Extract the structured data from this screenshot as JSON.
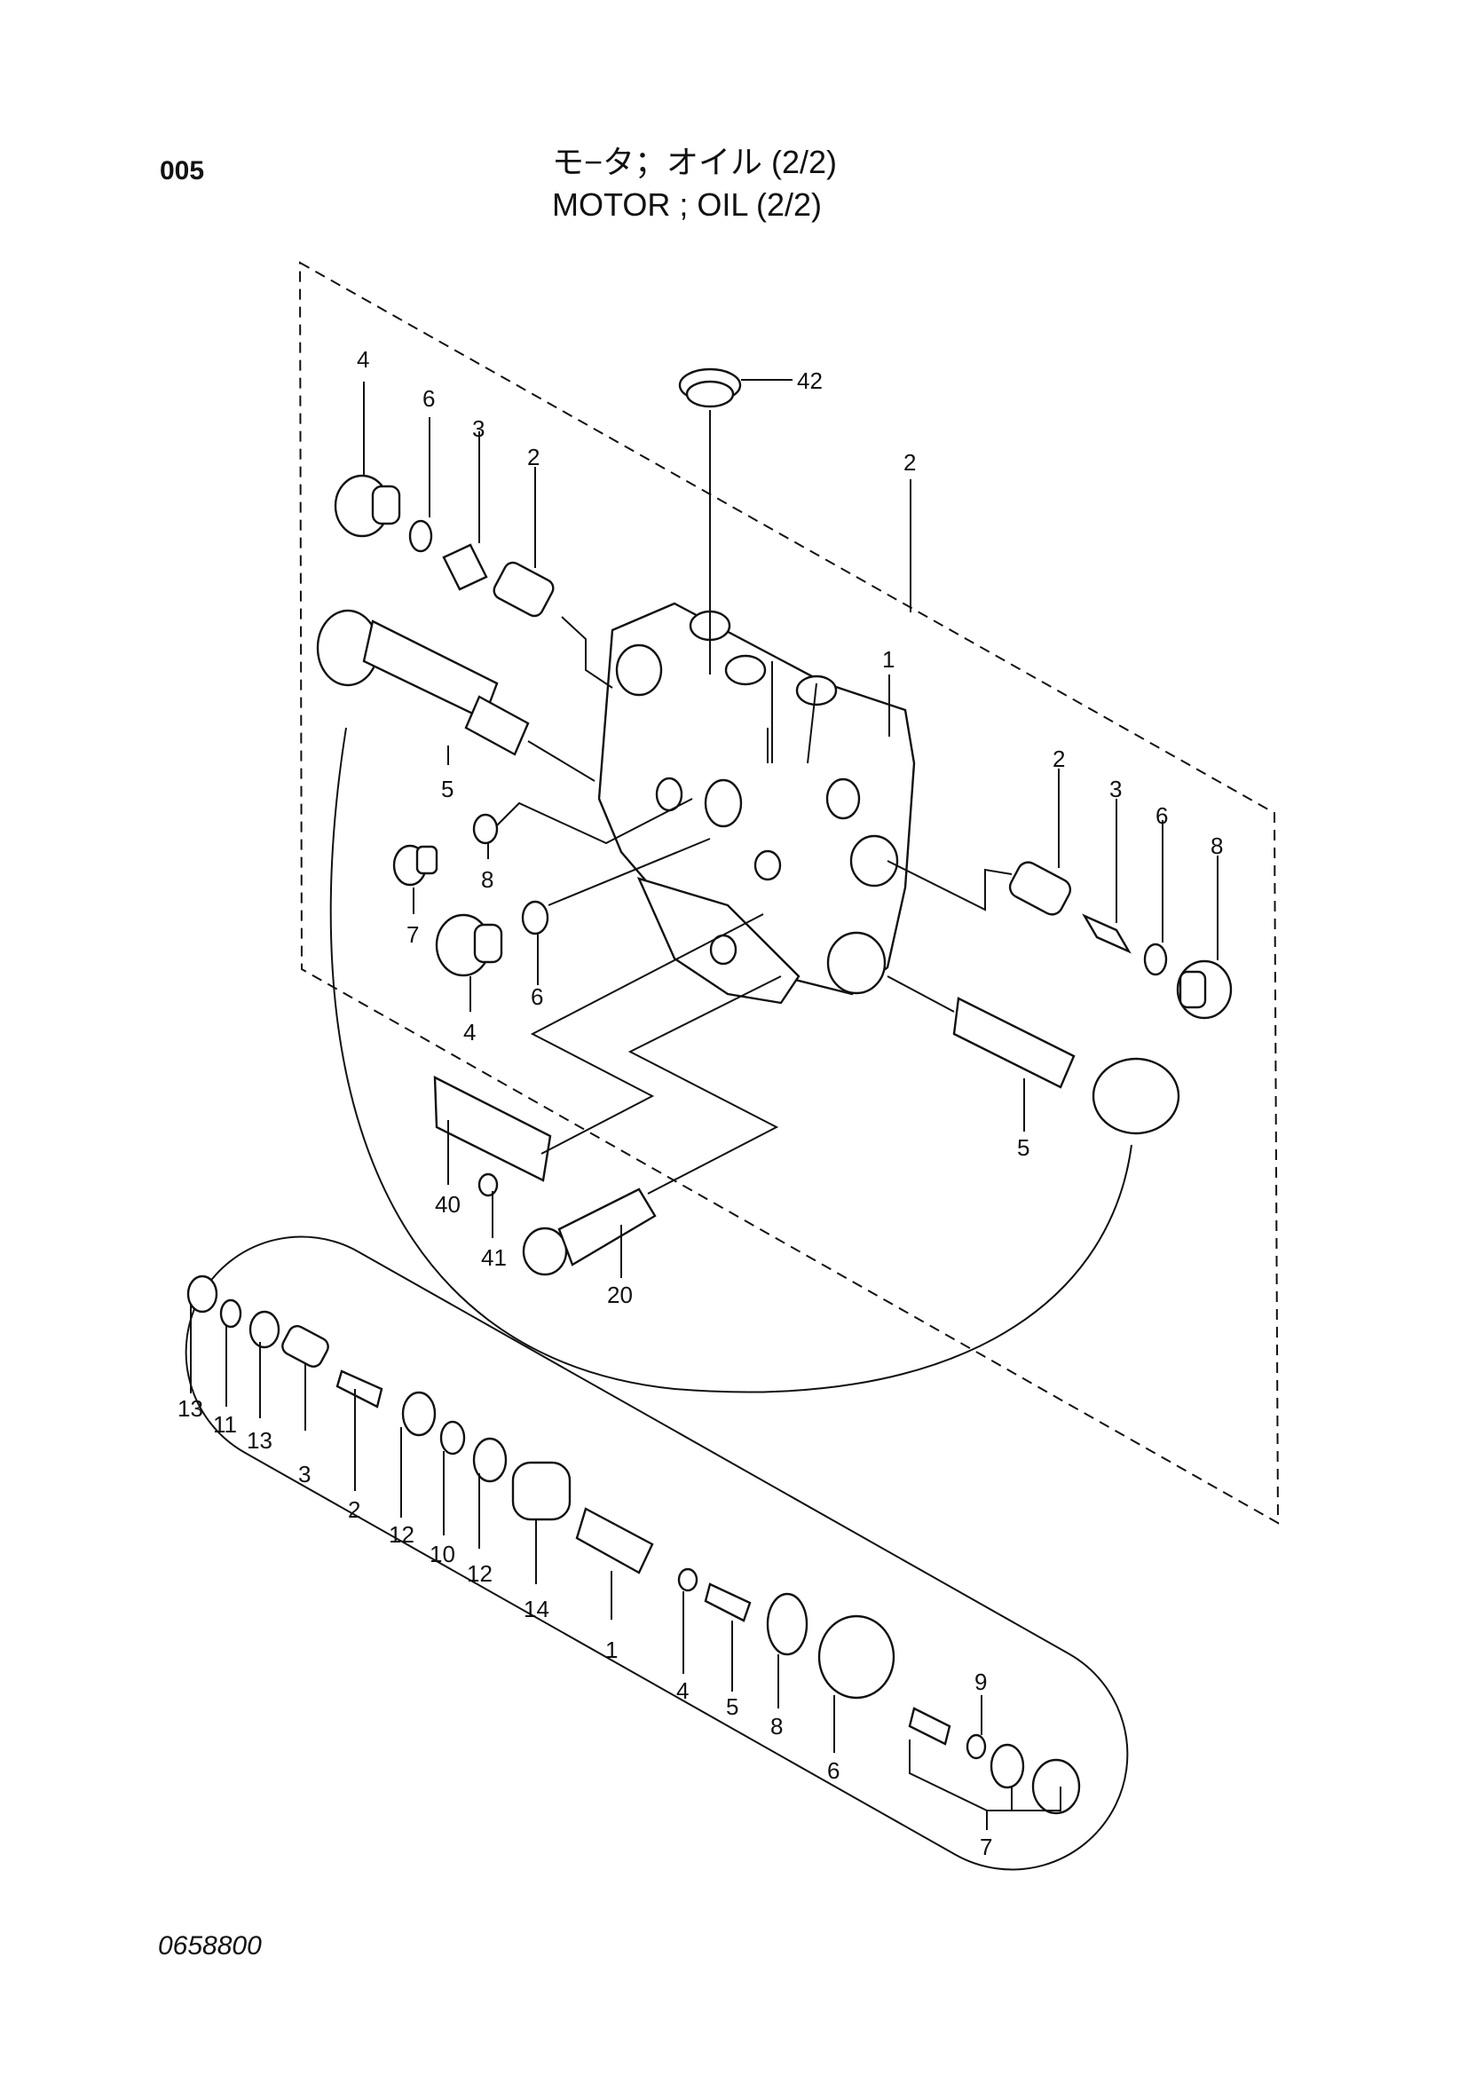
{
  "header": {
    "page_number": "005",
    "title_jp": "モ−タ；オイル (2/2)",
    "title_en": "MOTOR ; OIL (2/2)"
  },
  "footer": {
    "doc_id": "0658800"
  },
  "callouts_main": {
    "c42": "42",
    "c4a": "4",
    "c6a": "6",
    "c3a": "3",
    "c2a": "2",
    "c2frame": "2",
    "c1": "1",
    "c5a": "5",
    "c8a": "8",
    "c7a": "7",
    "c6b": "6",
    "c4b": "4",
    "c2b": "2",
    "c3b": "3",
    "c6c": "6",
    "c8b": "8",
    "c5b": "5",
    "c40": "40",
    "c41": "41",
    "c20": "20"
  },
  "callouts_detail": {
    "d13a": "13",
    "d11": "11",
    "d13b": "13",
    "d3": "3",
    "d2": "2",
    "d12a": "12",
    "d10": "10",
    "d12b": "12",
    "d14": "14",
    "d1": "1",
    "d4": "4",
    "d5": "5",
    "d8": "8",
    "d6": "6",
    "d9": "9",
    "d7": "7"
  }
}
